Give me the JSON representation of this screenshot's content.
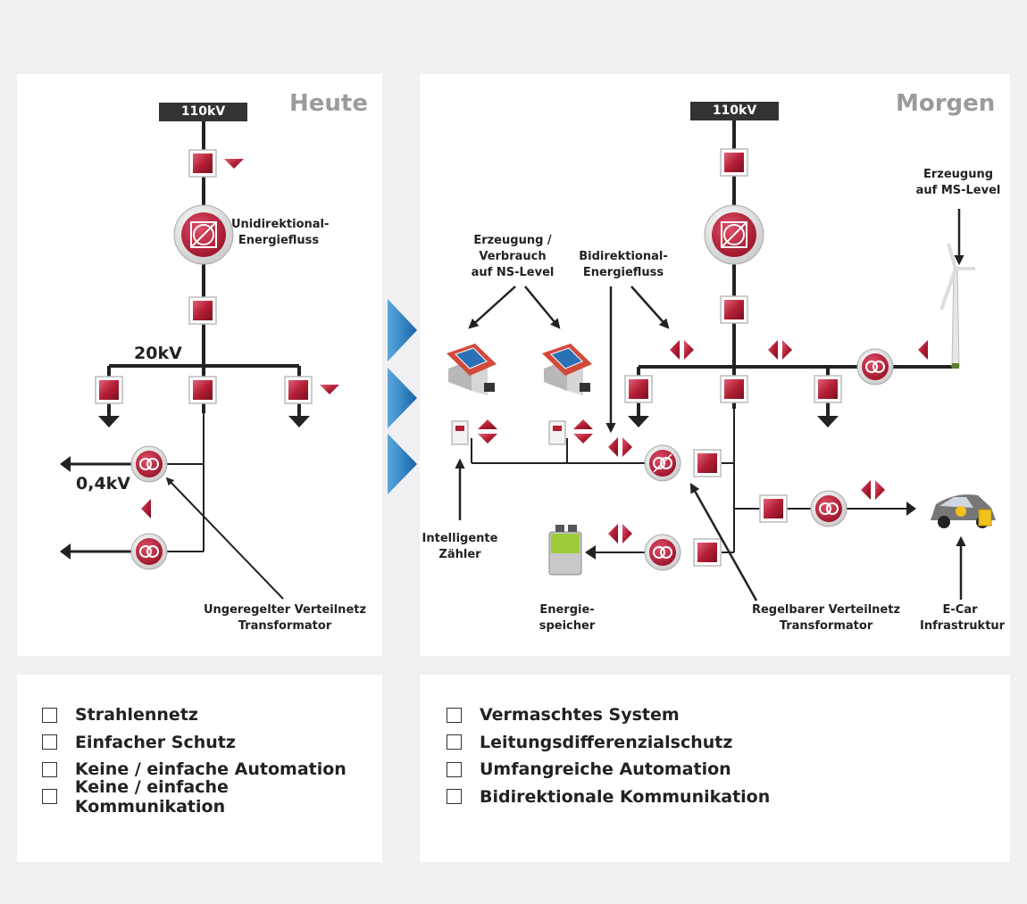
{
  "heute": {
    "title": "Heute",
    "bus_label": "110kV",
    "mv_label": "20kV",
    "lv_label": "0,4kV",
    "flow_label": "Unidirektional-\nEnergiefluss",
    "transformer_label": "Ungeregelter Verteilnetz\nTransformator",
    "features": [
      "Strahlennetz",
      "Einfacher Schutz",
      "Keine / einfache Automation",
      "Keine / einfache Kommunikation"
    ]
  },
  "morgen": {
    "title": "Morgen",
    "bus_label": "110kV",
    "generation_ns_label": "Erzeugung /\nVerbrauch\nauf NS-Level",
    "bidirectional_label": "Bidirektional-\nEnergiefluss",
    "generation_ms_label": "Erzeugung\nauf MS-Level",
    "meter_label": "Intelligente\nZähler",
    "storage_label": "Energie-\nspeicher",
    "regulated_transformer_label": "Regelbarer Verteilnetz\nTransformator",
    "ecar_label": "E-Car\nInfrastruktur",
    "features": [
      "Vermaschtes System",
      "Leitungsdifferenzialschutz",
      "Umfangreiche Automation",
      "Bidirektionale Kommunikation"
    ]
  },
  "colors": {
    "switch_red": "#b51f35",
    "arrow_blue": "#1a74b8",
    "line_dark": "#222222",
    "title_grey": "#9b9b9b",
    "panel_bg": "#ffffff",
    "page_bg": "#f0f0f2"
  }
}
